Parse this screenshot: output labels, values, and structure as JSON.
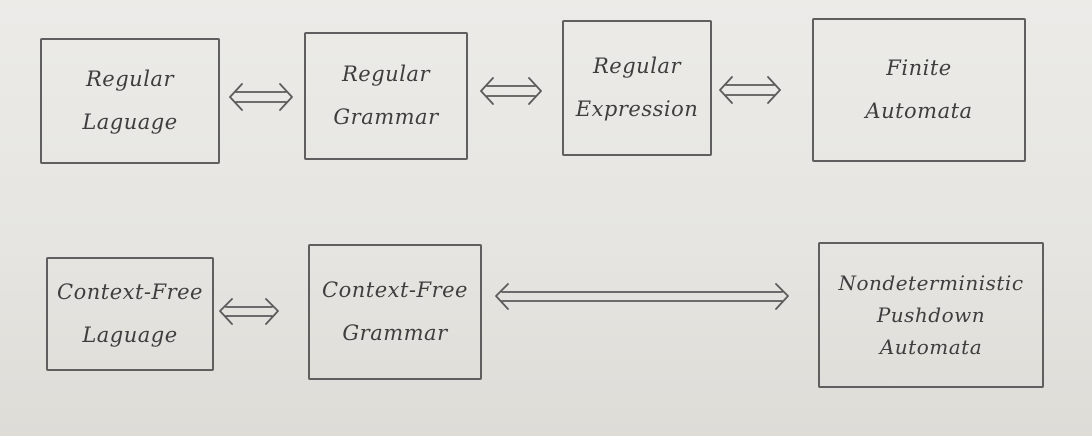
{
  "diagram": {
    "row1": [
      {
        "lines": [
          "Regular",
          "Laguage"
        ]
      },
      {
        "lines": [
          "Regular",
          "Grammar"
        ]
      },
      {
        "lines": [
          "Regular",
          "Expression"
        ]
      },
      {
        "lines": [
          "Finite",
          "Automata"
        ]
      }
    ],
    "row2": [
      {
        "lines": [
          "Context-Free",
          "Laguage"
        ]
      },
      {
        "lines": [
          "Context-Free",
          "Grammar"
        ]
      },
      {
        "lines": [
          "Nondeterministic",
          "Pushdown",
          "Automata"
        ]
      }
    ]
  }
}
